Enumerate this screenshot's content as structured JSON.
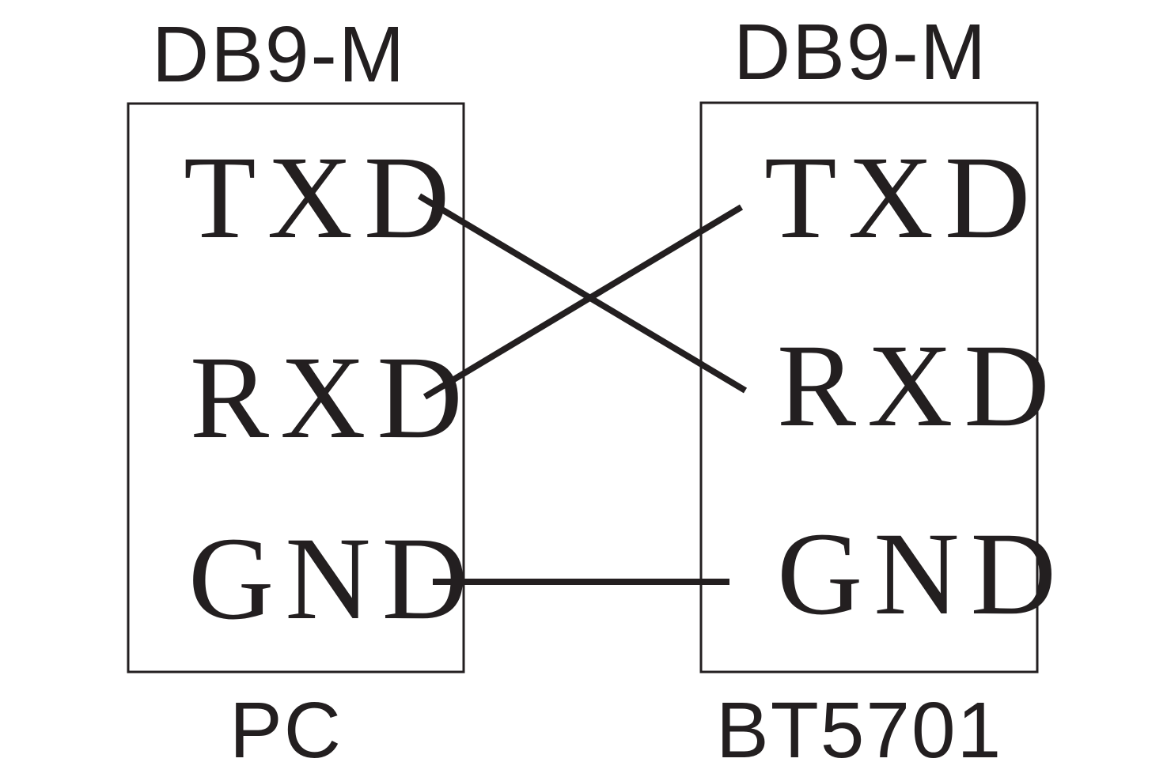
{
  "left_connector": {
    "header": "DB9-M",
    "pins": [
      "TXD",
      "RXD",
      "GND"
    ],
    "footer": "PC"
  },
  "right_connector": {
    "header": "DB9-M",
    "pins": [
      "TXD",
      "RXD",
      "GND"
    ],
    "footer": "BT5701"
  },
  "colors": {
    "ink": "#231f20",
    "background": "#ffffff"
  }
}
